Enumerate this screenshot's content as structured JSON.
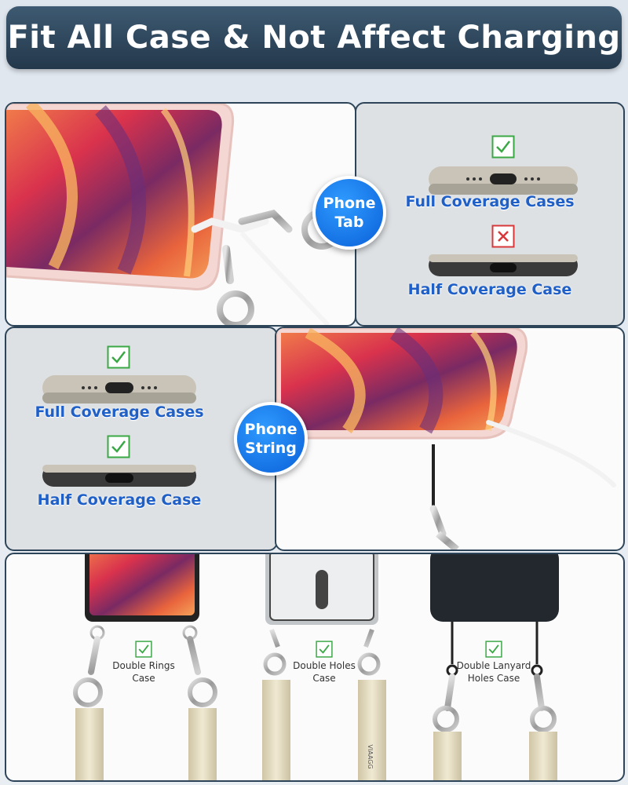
{
  "banner": {
    "title": "Fit All Case & Not Affect Charging"
  },
  "phone_tab": {
    "badge_line1": "Phone",
    "badge_line2": "Tab",
    "full_label": "Full Coverage Cases",
    "half_label": "Half Coverage Case",
    "full_status": "check",
    "half_status": "cross"
  },
  "phone_string": {
    "badge_line1": "Phone",
    "badge_line2": "String",
    "full_label": "Full Coverage Cases",
    "half_label": "Half Coverage Case",
    "full_status": "check",
    "half_status": "check"
  },
  "case_types": [
    {
      "line1": "Double Rings",
      "line2": "Case"
    },
    {
      "line1": "Double Holes",
      "line2": "Case"
    },
    {
      "line1": "Double Lanyard",
      "line2": "Holes Case"
    }
  ],
  "strap_brand": "VIAAGG",
  "colors": {
    "accent_blue": "#1f5fc8",
    "check_green": "#3aa845",
    "cross_red": "#d8383a",
    "panel_border": "#2e4559"
  }
}
